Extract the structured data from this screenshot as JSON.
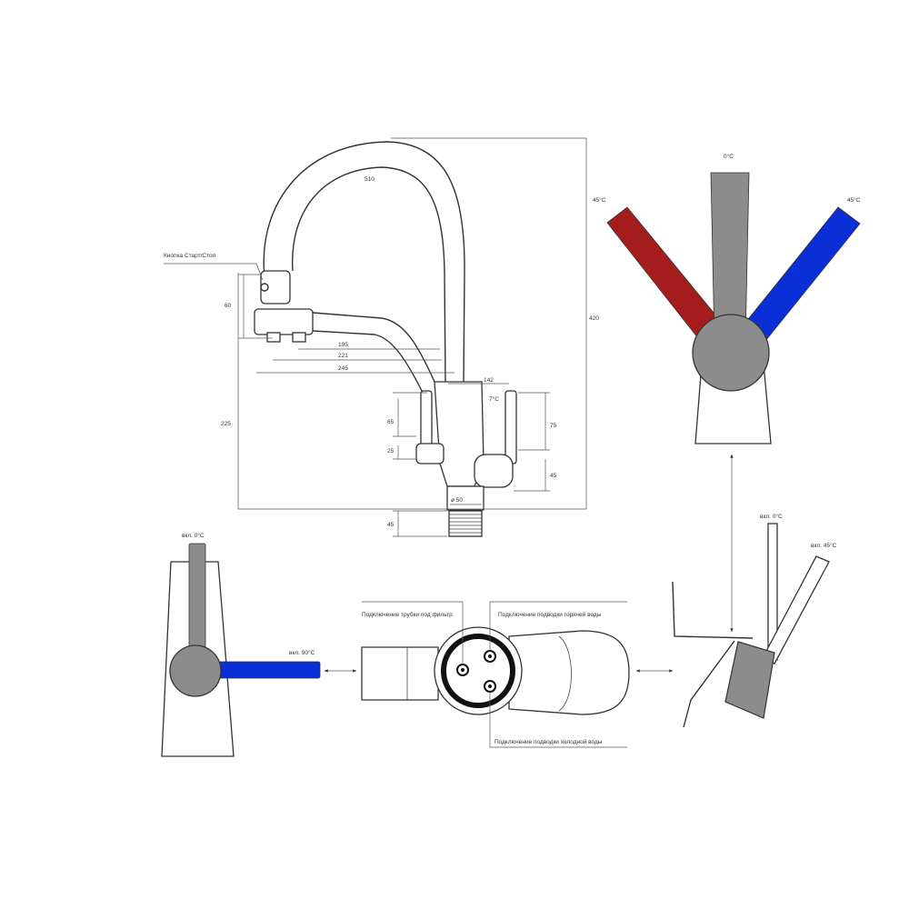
{
  "colors": {
    "hot": "#a51c1c",
    "cold": "#0a2fd6",
    "lever": "#8c8c8c",
    "line": "#333333"
  },
  "main_view": {
    "button_label": "Кнопка Старт/Стоп",
    "dims": {
      "spout_curve": "510",
      "height_total": "420",
      "height_lower": "225",
      "outlet_block": "60",
      "len_195": "195",
      "len_221": "221",
      "len_245": "245",
      "len_142": "142",
      "v_65": "65",
      "v_25": "25",
      "v_75": "75",
      "v_45_right": "45",
      "base_diameter": "ø 50",
      "thread_45": "45"
    },
    "angle_mark": "7°C"
  },
  "top_view": {
    "center_label": "0°C",
    "left_label": "45°C",
    "right_label": "45°C"
  },
  "side_left": {
    "top_label": "вкл. 0°C",
    "side_label": "вкл. 90°C"
  },
  "bottom_view": {
    "filter_label": "Подключение трубки под фильтр",
    "hot_label": "Подключение подводки горячей воды",
    "cold_label": "Подключение подводки холодной воды"
  },
  "side_right": {
    "label_0": "вкл. 0°C",
    "label_45": "вкл. 45°C"
  }
}
